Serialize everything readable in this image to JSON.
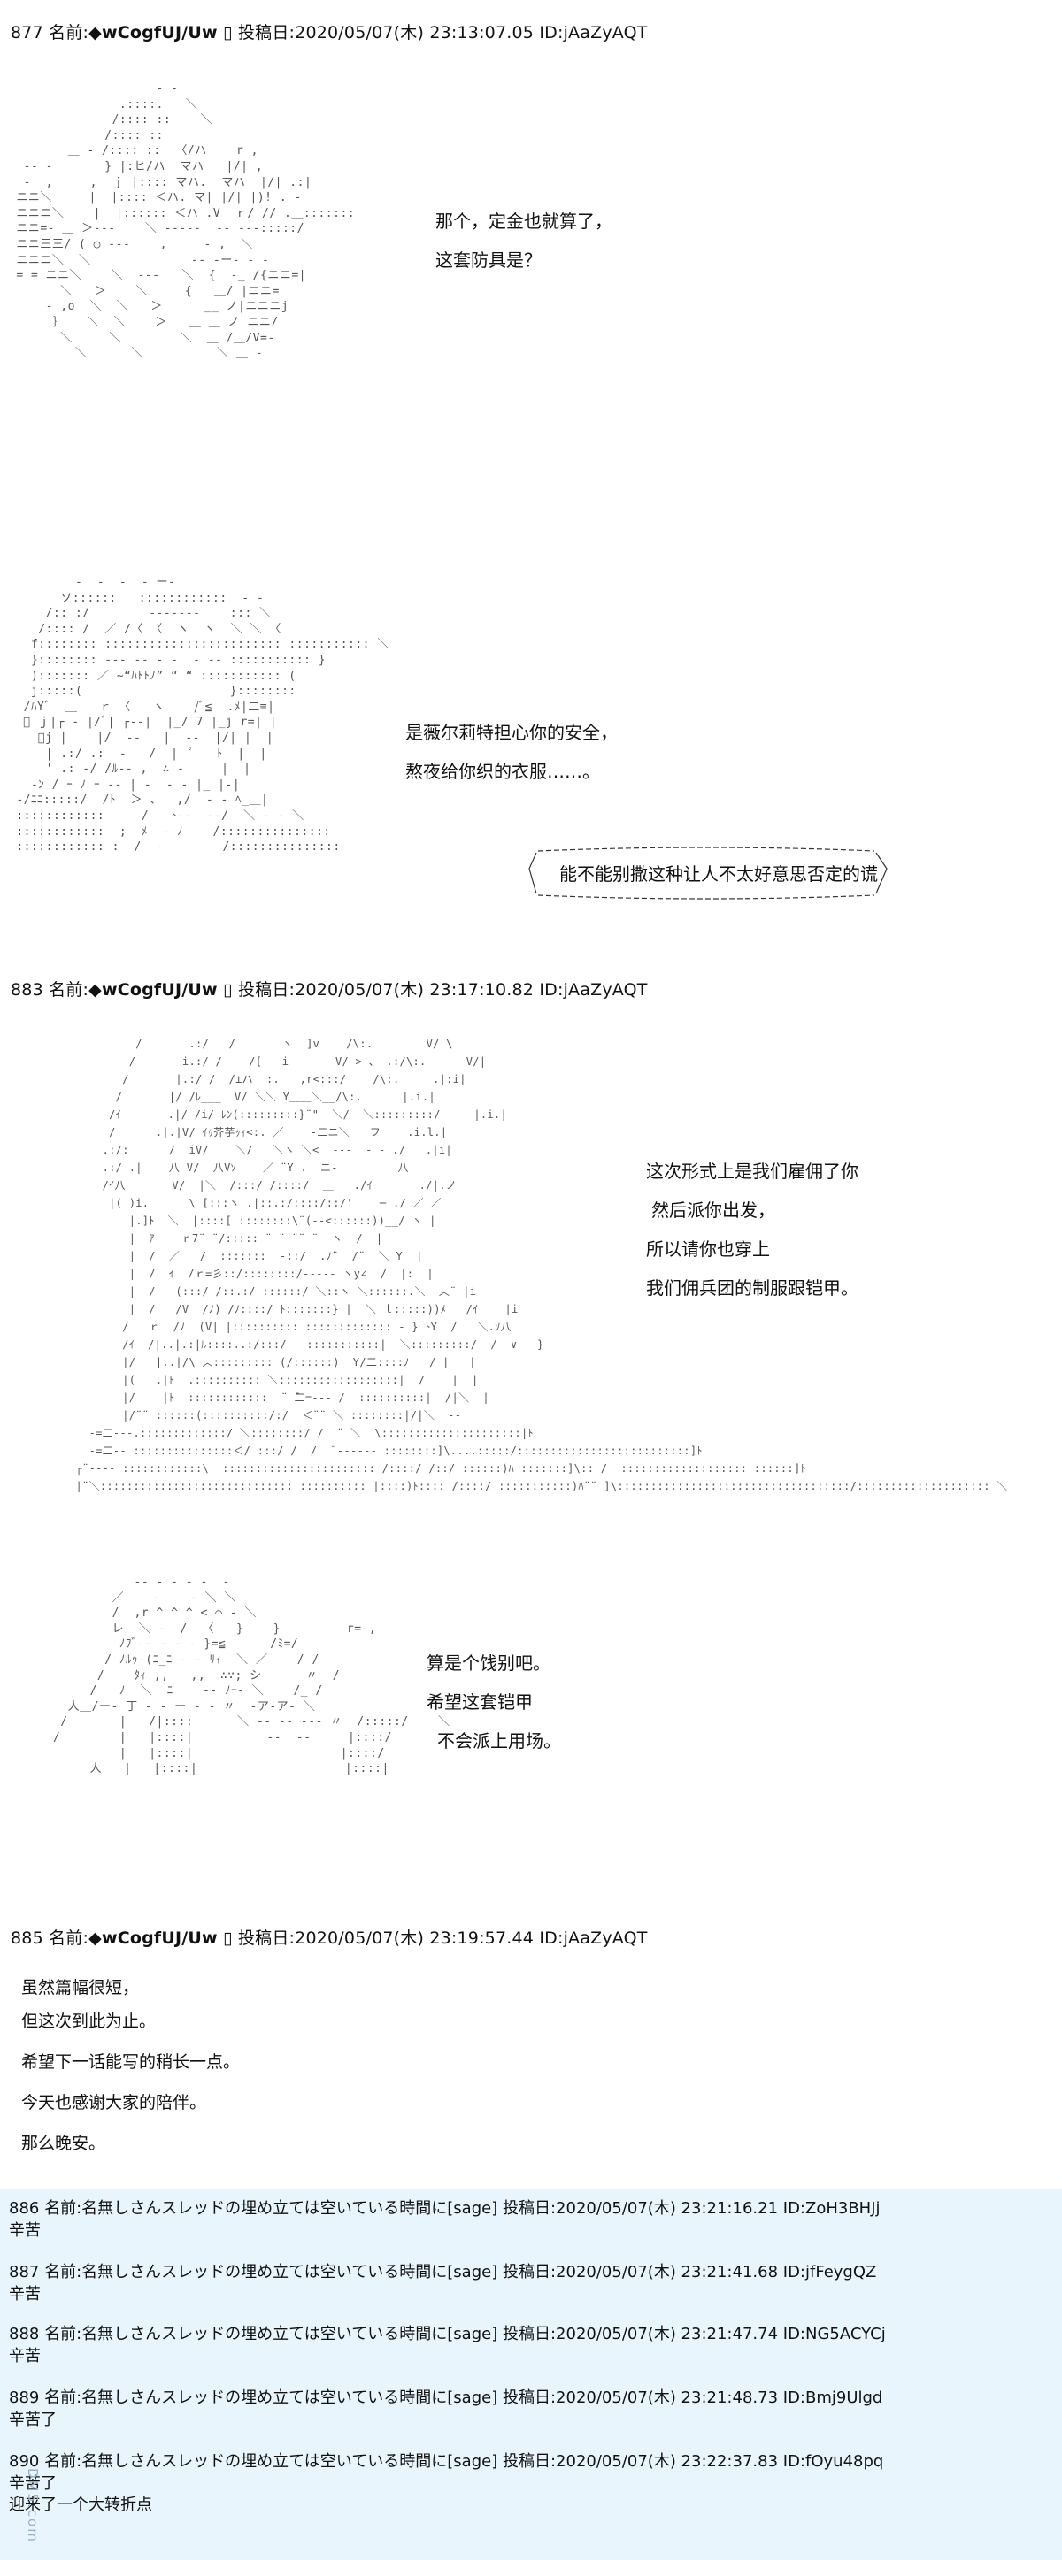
{
  "posts": [
    {
      "num": "877",
      "name_label": "名前:",
      "trip": "◆wCogfUJ/Uw",
      "sep": "▯",
      "date_label": "投稿日:",
      "datetime": "2020/05/07(木) 23:13:07.05",
      "id": "ID:jAaZyAQT"
    },
    {
      "num": "883",
      "name_label": "名前:",
      "trip": "◆wCogfUJ/Uw",
      "sep": "▯",
      "date_label": "投稿日:",
      "datetime": "2020/05/07(木) 23:17:10.82",
      "id": "ID:jAaZyAQT"
    },
    {
      "num": "885",
      "name_label": "名前:",
      "trip": "◆wCogfUJ/Uw",
      "sep": "▯",
      "date_label": "投稿日:",
      "datetime": "2020/05/07(木) 23:19:57.44",
      "id": "ID:jAaZyAQT"
    }
  ],
  "aa1": [
    "                    ‐ ‐",
    "               .::::.   ＼",
    "              /:::: ::    ＼",
    "             /:::: ::",
    "        ＿ ‐ /:::: ::  〈/ハ    r ,",
    "  ‐‐ ‐       } |:ヒ/ハ  マハ   |/| ,",
    "  ‐  ,     ,  ｊ |:::: マハ.  マハ  |/| .:|",
    " ニニ＼     |  |:::: ＜ハ. マ| |/| |)! . ‐",
    " ニニニ＼    |  |:::::: ＜ハ .V  ｒ/ // .＿:::::::",
    " ニニ=‐ ＿ ＞‐‐‐    ＼ ‐‐‐‐‐  ‐‐ ‐‐‐:::::/",
    " ニニ三三/ ( ○ ‐‐‐    ,     ‐ ,  ＼",
    " ニニニ＼  ＼         ＿   ‐‐ ‐ー‐ ‐ ‐",
    " = = ニニ＼    ＼  ‐‐‐   ＼  {  ‐_ /{ニニ=|",
    "       ＼   ＞    ＼     {   ＿/ |ニニ=",
    "     ‐ ,o  ＼  ＼   ＞   ＿ __ ノ|ニニニj",
    "      ｝   ＼  ＼    ＞   ＿ ＿ ノ ニニ/",
    "       ＼     ＼        ＼  ＿ /＿/V=‐",
    "         ＼      ＼          ＼ ＿ ‐"
  ],
  "dialog1": [
    "那个，定金也就算了，",
    "这套防具是？"
  ],
  "aa2": [
    "         ‐  ‐  ‐  ‐ ー‐",
    "       ソ::::::   ::::::::::::  ‐ ‐",
    "     /:: :/        ‐‐‐‐‐‐‐    ::: ＼",
    "    /:::: /  ／ /〈 〈  ヽ  ヽ  ＼ ＼ 〈",
    "   f:::::::: :::::::::::::::::::::::: ::::::::::: ＼",
    "   }:::::::: ‐‐‐ ‐‐ ‐ ‐  ‐ ‐‐ ::::::::::: }",
    "   )::::::: ／ ~“ﾊﾄﾄﾉ” “ “ ::::::::::: (",
    "   j:::::(                    }::::::::",
    "  /ﾊYﾞ  ＿   ｒ 〈   ヽ    /ﾞ≦  .ﾒ|二≡|",
    "  ﾞ ｊ|┌ ‐ |/ﾞ| ┌‐‐|  |_/ 7 |_j r=| |",
    "    ﾞj |    |/  ‐‐   |  ‐‐  |/| |  |",
    "     | .:/ .:  ‐   /  |  ﾟ   ﾄ  |  |",
    "     ' .: ‐/ /ﾙ‐‐ ,  ∴ ‐     |  |",
    "   ‐ﾝ / ｰ ﾉ ｰ ‐‐ | ‐  ‐ ‐ |_ |‐|",
    " ‐/ﾆﾆ:::::/  /ﾄ  ＞ 、  ,/  ‐ ‐ ﾍ_＿|",
    " ::::::::::::     /   ﾄ‐‐  ‐‐/  ＼ ‐ ‐ ＼",
    " ::::::::::::  ;  ﾒ‐ ‐ ﾉ    /:::::::::::::::",
    " :::::::::::: :  /  ‐        /:::::::::::::::"
  ],
  "dialog2": [
    "是薇尔莉特担心你的安全，",
    "熬夜给你织的衣服……。"
  ],
  "speech_box_text": "能不能别撒这种让人不太好意思否定的谎",
  "aa3": [
    "          /       .:/   /       ヽ  ]v    /\\:.        V/ \\",
    "         /       i.:/ /    /[   i       V/ >‐、 .:/\\:.      V/|",
    "        /       |.:/ /__/⊥ハ  :.   ,r<:::/    /\\:.     .|:i|",
    "       /       |/ /ﾚ___  V/ ＼＼ Y＿＿＼__/\\:.      |.i.|",
    "      /ｲ       .|/ /i/ ﾚﾝ(:::::::::}¨\"  ＼/  ＼:::::::::/     |.i.|",
    "      /      .|.|V/ ｲｩ芥芋ｯｨ<:. ／    ‐二ニ＼__ フ    .i.l.|",
    "     .:/:      /  iV/    ＼/   ＼ヽ ＼<  ‐‐‐  ‐ ‐ ./   .|i|",
    "     .:/ .|    八 V/  八Vｿ    ／ ¨Y .  ニ‐         八|",
    "     /ｲ八       V/  |＼  /:::/ /::::/  ＿   ./ｲ       ./|.ノ",
    "      |( )i.      \\ [:::ヽ .|::.:/::::/::/'    ─ ./ ／ ／",
    "         |.]ﾄ  ＼  |::::[ ::::::::\\¨(‐‐<::::::))__/ ヽ |",
    "         |  ｱ    ｒ7¨ ¨/::::: ¨ ¨ ¨¨ ¨  ヽ  /  |",
    "         |  /  ／   /  :::::::  ‐::/  .ﾉ¨  /¨  ＼ Y  |",
    "         |  /  ｲ  /ｒ=彡::/::::::::/‐‐‐‐‐ ヽy∠  /  |:  |",
    "         |  /   (:::/ /::.:/ ::::::/ ＼::ヽ ＼::::::.＼  ︿¨ |i",
    "         |  /   /V  /ﾉ) /ﾉ::::/ ﾄ:::::::} |  ＼ ｌ:::::))ﾒ   /ｲ    |i",
    "        /   ｒ  /ﾉ  (V| |:::::::::: ::::::::::::: ‐ } ﾄY  /   ＼.ｿ八",
    "        /ｲ  /|..|.:|ﾙ::::..:/:::/   :::::::::::|  ＼:::::::::/  /  ∨   }",
    "        |/   |..|/\\ ︿::::::::: (/::::::)  Y/二::::ﾉ   / |   |",
    "        |(   .|ﾄ  .:::::::::: ＼::::::::::::::::::|  /    |  |",
    "        |/    |ﾄ  ::::::::::::  ¨ ̄二=‐‐‐ /  ::::::::::|  /|＼  |",
    "        |/¨¨ ::::::(::::::::::/:/  ＜¨¨ ＼ ::::::::|/|＼  ‐‐",
    "   ‐=二‐‐‐.:::::::::::::/ ＼::::::::/ /  ¨ ＼  \\:::::::::::::::::::::|ﾄ",
    "   ‐=二‐‐ :::::::::::::::＜/ :::/ /  /  ¨‐‐‐‐‐‐ ::::::::]\\....:::::/::::::::::::::::::::::::::]ﾄ",
    " ┌¨‐‐‐‐ ::::::::::::\\  ::::::::::::::::::::::: /::::/ /::/ ::::::)ﾊ :::::::]\\:: /  ::::::::::::::::::: ::::::]ﾄ",
    " |¨＼::::::::::::::::::::::::::::: :::::::::: |::::)ﾄ:::: /::::/ :::::::::::)ﾊ¨¨ ]\\:::::::::::::::::::::::::::::::::::/:::::::::::::::::::: ＼"
  ],
  "dialog3": [
    "这次形式上是我们雇佣了你",
    "然后派你出发，",
    "所以请你也穿上",
    "我们佣兵团的制服跟铠甲。"
  ],
  "aa4": [
    "                 ‐‐ ‐ ‐ ‐ ‐  ‐",
    "              ／    ‐    ‐ ＼ ＼",
    "              /  ,r ^ ^ ^ < ⌒ ‐ ＼",
    "              レ  ＼ ‐  /  〈   }    }         r=‐,",
    "               ﾉﾌﾞ‐‐ ‐ ‐ ‐ }=≦      /ﾐ=/",
    "             / ﾉﾙｩ‐(ﾆ_ﾆ ‐ ‐ ﾘｨ  ＼ ／    / /",
    "            /    ﾀｨ ,,   ,,  ∴∵; シ      〃  /",
    "           /   ﾉ  ＼  ﾆ    ‐‐ ﾉｰ‐ ＼    /_ /",
    "        人＿/ー‐ 丁 ‐ ‐ ー ‐ ‐ 〃  ‐ア‐ア‐ ＼",
    "       /       |   /|::::      ＼ ‐‐ ‐‐ ‐‐‐ 〃  /:::::/    ＼",
    "      /        |   |::::|          ‐‐  ‐‐     |::::/",
    "               |   |::::|                    |::::/",
    "           人   |   |::::|                    |::::|"
  ],
  "dialog4": [
    "算是个饯别吧。",
    "希望这套铠甲",
    "不会派上用场。"
  ],
  "post885_body": [
    "虽然篇幅很短，",
    "但这次到此为止。",
    "希望下一话能写的稍长一点。",
    "今天也感谢大家的陪伴。",
    "那么晚安。"
  ],
  "replies": [
    {
      "num": "886",
      "name_label": "名前:",
      "name": "名無しさんスレッドの埋め立ては空いている時間に",
      "sage": "[sage]",
      "date_label": "投稿日:",
      "datetime": "2020/05/07(木) 23:21:16.21",
      "id": "ID:ZoH3BHJj",
      "message": "辛苦"
    },
    {
      "num": "887",
      "name_label": "名前:",
      "name": "名無しさんスレッドの埋め立ては空いている時間に",
      "sage": "[sage]",
      "date_label": "投稿日:",
      "datetime": "2020/05/07(木) 23:21:41.68",
      "id": "ID:jfFeygQZ",
      "message": "辛苦"
    },
    {
      "num": "888",
      "name_label": "名前:",
      "name": "名無しさんスレッドの埋め立ては空いている時間に",
      "sage": "[sage]",
      "date_label": "投稿日:",
      "datetime": "2020/05/07(木) 23:21:47.74",
      "id": "ID:NG5ACYCj",
      "message": "辛苦"
    },
    {
      "num": "889",
      "name_label": "名前:",
      "name": "名無しさんスレッドの埋め立ては空いている時間に",
      "sage": "[sage]",
      "date_label": "投稿日:",
      "datetime": "2020/05/07(木) 23:21:48.73",
      "id": "ID:Bmj9Ulgd",
      "message": "辛苦了"
    },
    {
      "num": "890",
      "name_label": "名前:",
      "name": "名無しさんスレッドの埋め立ては空いている時間に",
      "sage": "[sage]",
      "date_label": "投稿日:",
      "datetime": "2020/05/07(木) 23:22:37.83",
      "id": "ID:fOyu48pq",
      "message_lines": [
        "辛苦了",
        "迎来了一个大转折点"
      ]
    }
  ],
  "watermark": "DM5.com"
}
